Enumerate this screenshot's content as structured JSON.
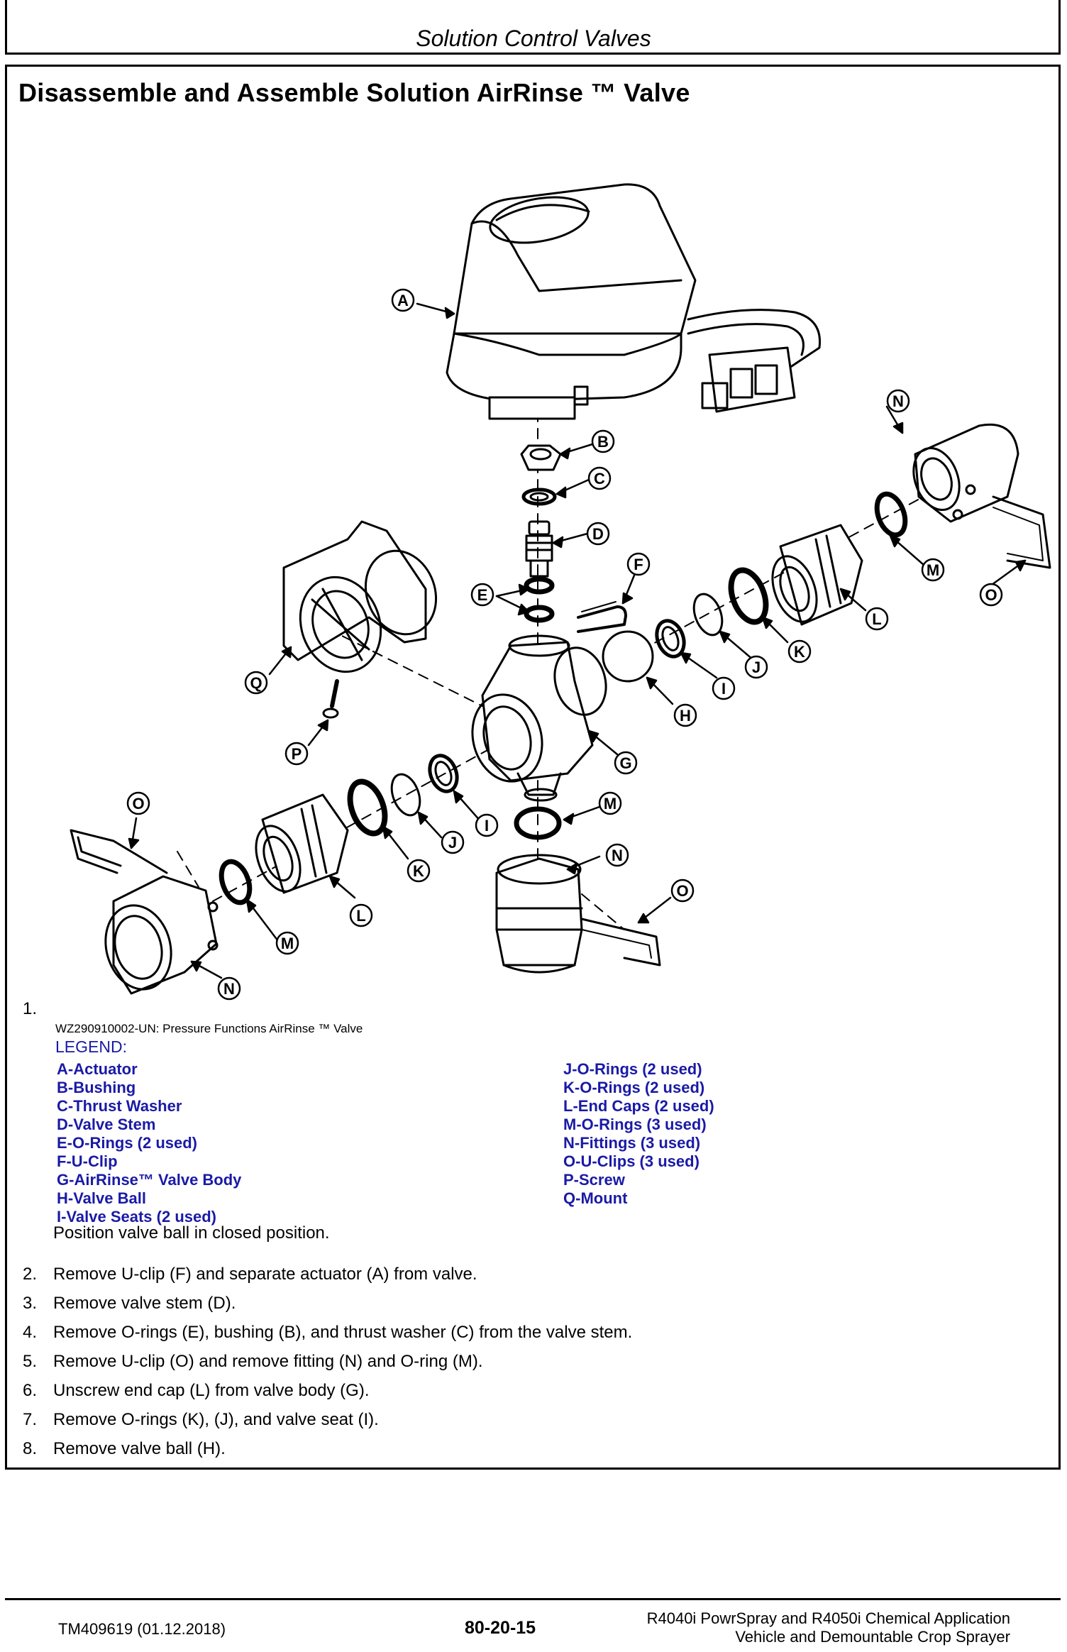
{
  "header": {
    "section_title": "Solution Control Valves"
  },
  "page": {
    "heading": "Disassemble and Assemble Solution AirRinse ™ Valve"
  },
  "figure": {
    "id": "WZ290910002-UN: Pressure Functions AirRinse ™ Valve",
    "callouts": {
      "A": "A",
      "B": "B",
      "C": "C",
      "D": "D",
      "E": "E",
      "F": "F",
      "G": "G",
      "H": "H",
      "I": "I",
      "J": "J",
      "K": "K",
      "L": "L",
      "M": "M",
      "N": "N",
      "O": "O",
      "P": "P",
      "Q": "Q"
    }
  },
  "legend": {
    "title": "LEGEND:",
    "items": [
      "A-Actuator",
      "B-Bushing",
      "C-Thrust Washer",
      "D-Valve Stem",
      "E-O-Rings (2 used)",
      "F-U-Clip",
      "G-AirRinse™ Valve Body",
      "H-Valve Ball",
      "I-Valve Seats (2 used)",
      "J-O-Rings (2 used)",
      "K-O-Rings (2 used)",
      "L-End Caps (2 used)",
      "M-O-Rings (3 used)",
      "N-Fittings (3 used)",
      "O-U-Clips (3 used)",
      "P-Screw",
      "Q-Mount"
    ]
  },
  "steps": [
    {
      "num": "1.",
      "text": "Position valve ball in closed position."
    },
    {
      "num": "2.",
      "text": "Remove U-clip (F) and separate actuator (A) from valve."
    },
    {
      "num": "3.",
      "text": "Remove valve stem (D)."
    },
    {
      "num": "4.",
      "text": "Remove O-rings (E), bushing (B), and thrust washer (C) from the valve stem."
    },
    {
      "num": "5.",
      "text": "Remove U-clip (O) and remove fitting (N) and O-ring (M)."
    },
    {
      "num": "6.",
      "text": "Unscrew end cap (L) from valve body (G)."
    },
    {
      "num": "7.",
      "text": "Remove O-rings (K), (J), and valve seat (I)."
    },
    {
      "num": "8.",
      "text": "Remove valve ball (H)."
    }
  ],
  "footer": {
    "doc_id": "TM409619 (01.12.2018)",
    "page_number": "80-20-15",
    "title_line1": "R4040i PowrSpray and R4050i Chemical Application",
    "title_line2": "Vehicle and Demountable Crop Sprayer"
  }
}
